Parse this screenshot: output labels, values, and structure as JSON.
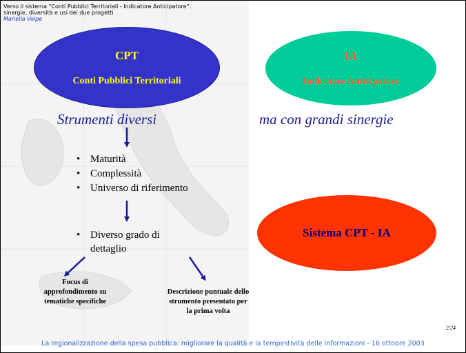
{
  "header": {
    "title_line1": "Verso il sistema “Conti Pubblici Territoriali - Indicatore Anticipatore”:",
    "title_line2": "sinergie, diversità e usi dei due progetti",
    "author": "Mariella Volpe"
  },
  "cpt": {
    "title": "CPT",
    "subtitle": "Conti Pubblici Territoriali",
    "color": "#3333cc",
    "text_color": "#ffff00"
  },
  "ia": {
    "title": "IA",
    "subtitle": "Indicatore Anticipatore",
    "color": "#00cc99",
    "text_color": "#ff6633"
  },
  "left_heading": "Strumenti diversi",
  "right_heading": "ma con grandi sinergie",
  "bullets": [
    "Maturità",
    "Complessità",
    "Universo di riferimento"
  ],
  "bullet4": {
    "line1": "Diverso grado di",
    "line2": "dettaglio"
  },
  "note_left": {
    "line1": "Focus di",
    "line2": "approfondimento su",
    "line3": "tematiche specifiche"
  },
  "note_right": {
    "line1": "Descrizione puntuale dello",
    "line2": "strumento presentato per",
    "line3": "la prima volta"
  },
  "system": {
    "label": "Sistema CPT - IA",
    "color": "#ff3300",
    "text_color": "#000080"
  },
  "page_number": "2/24",
  "footer": "La regionalizzazione della spesa pubblica: migliorare la qualità e la tempestività delle informazioni - 16 ottobre 2003"
}
